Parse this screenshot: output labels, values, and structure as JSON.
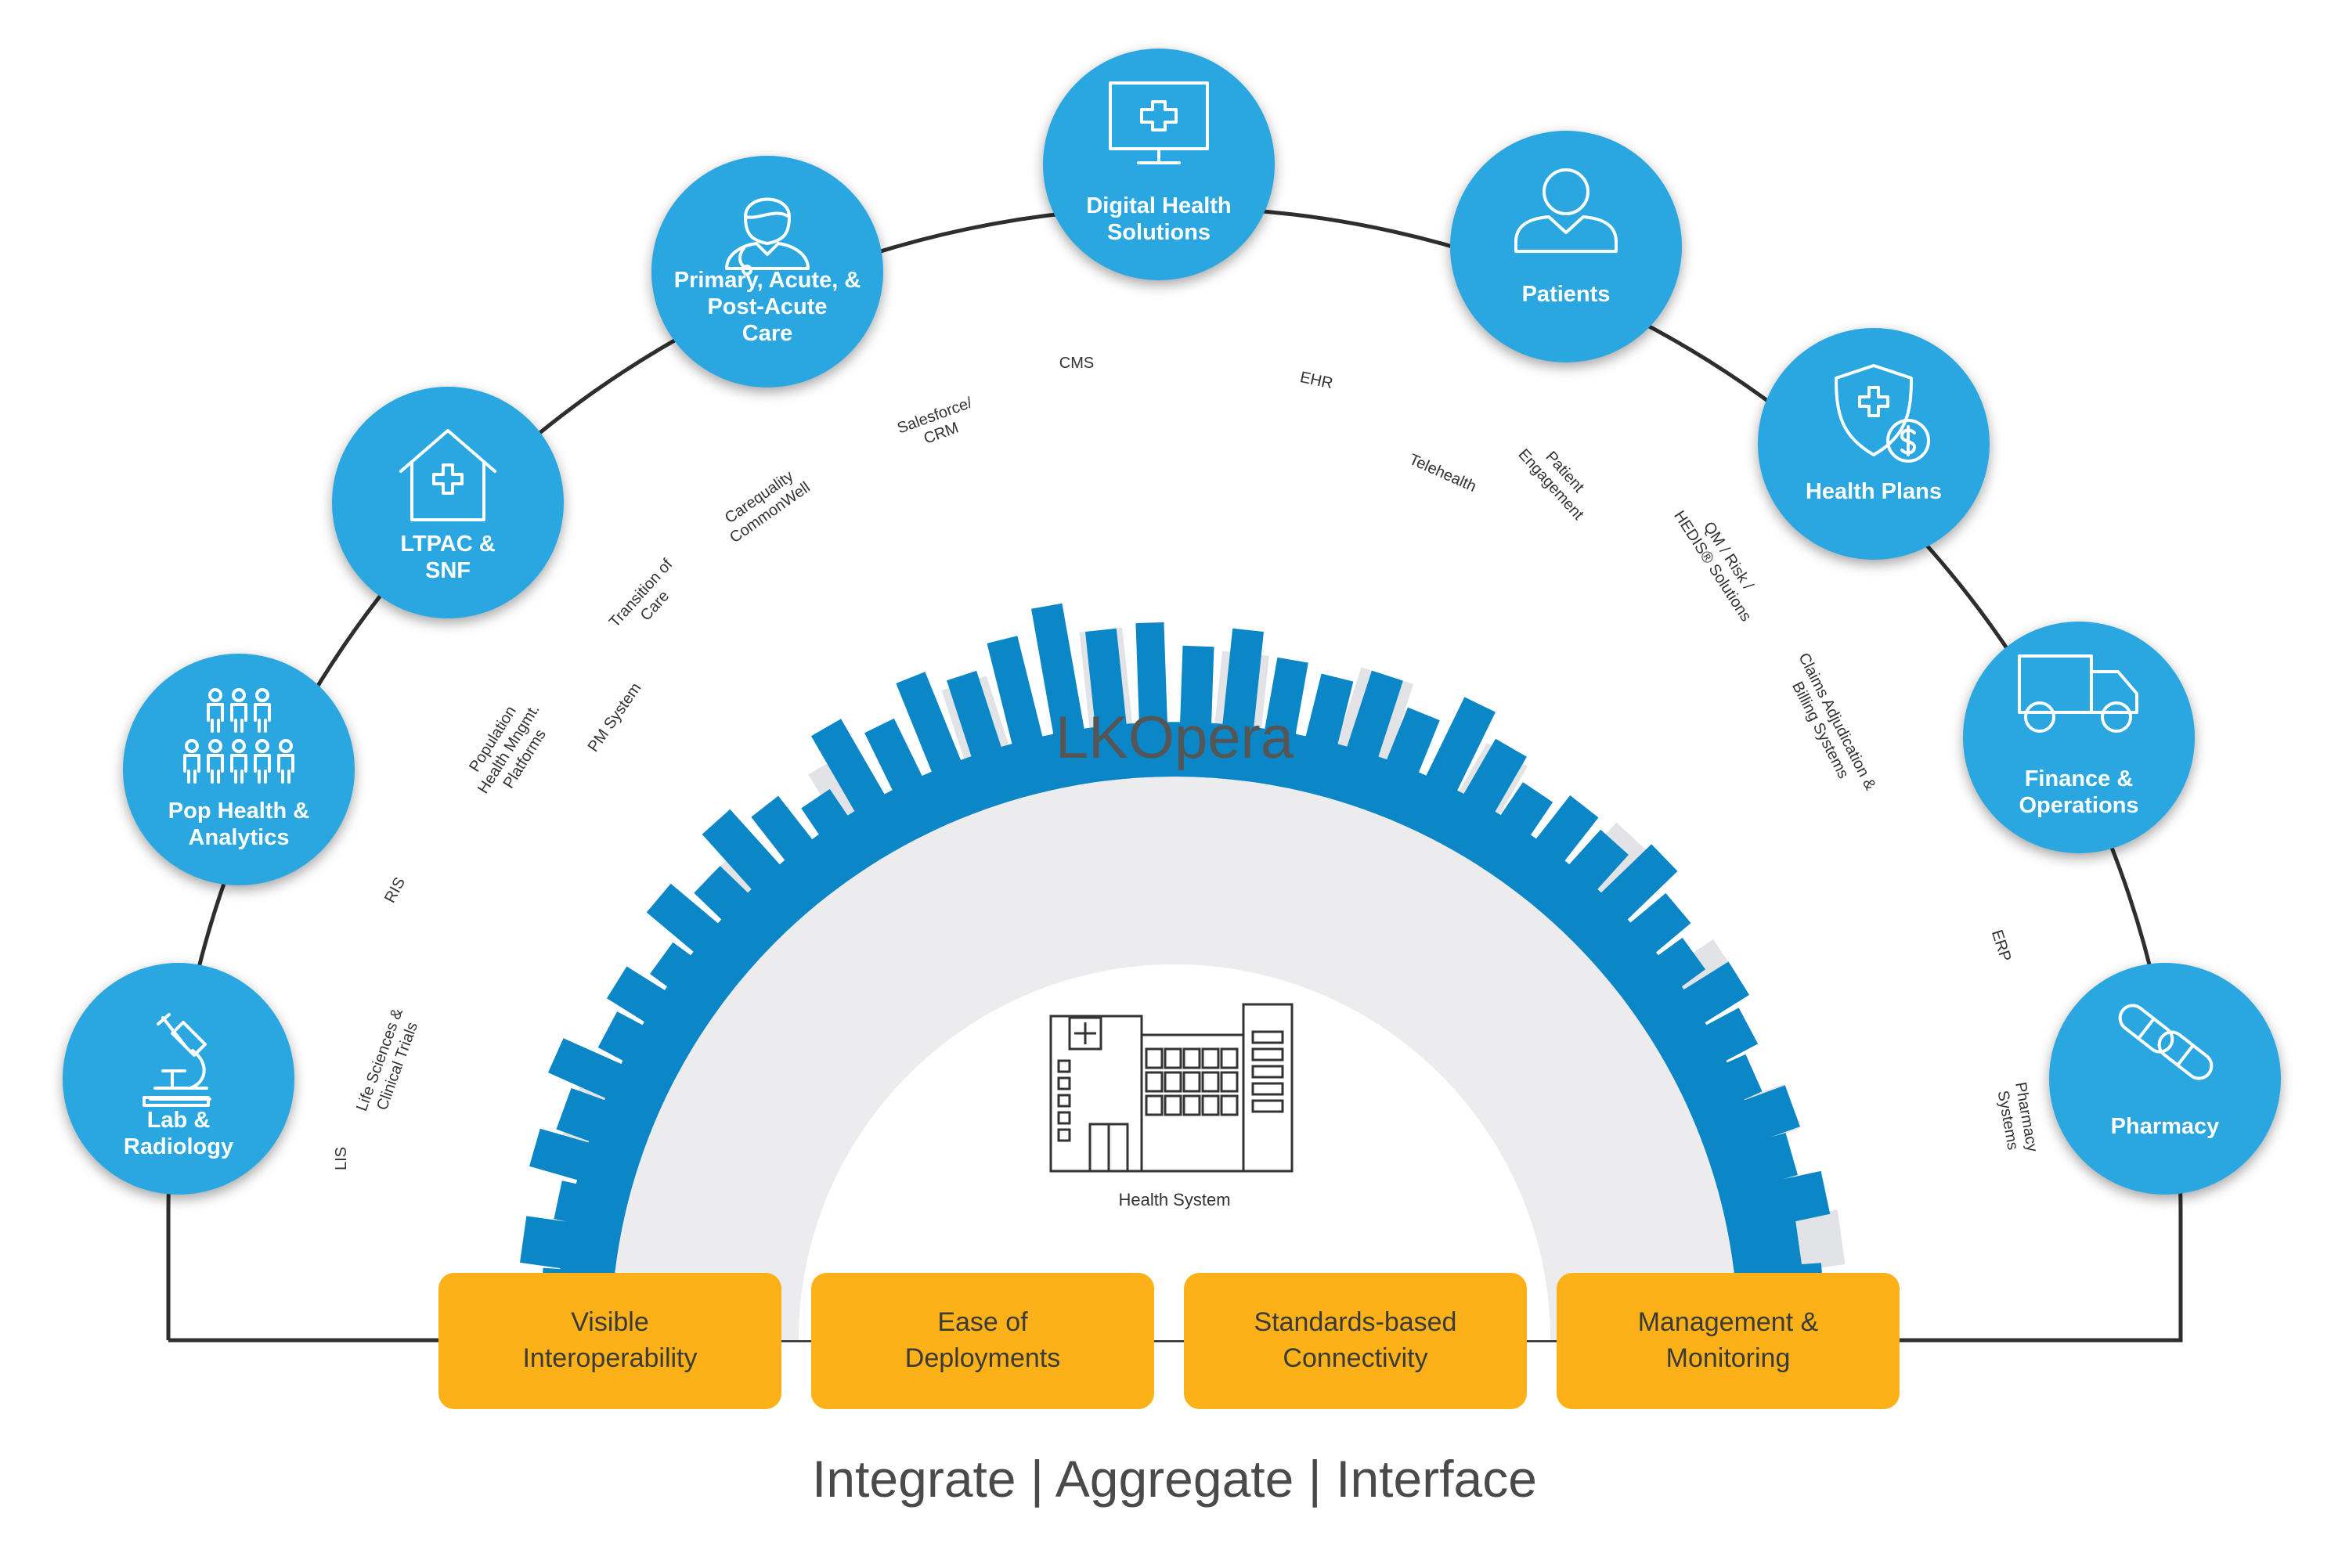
{
  "colors": {
    "node_blue": "#2aa7e0",
    "skyline_blue": "#0b86c6",
    "arc_grey": "#ececee",
    "ghost_grey": "#e2e3e6",
    "pill_amber": "#fbb117",
    "outline": "#2e2e2e"
  },
  "center": {
    "brand": "LKOpera",
    "hub_label": "Health System",
    "hub_icon": "hospital-building-icon"
  },
  "nodes": [
    {
      "id": "lab",
      "lines": [
        "Lab &",
        "Radiology"
      ],
      "icon": "microscope-icon"
    },
    {
      "id": "pophealth",
      "lines": [
        "Pop Health &",
        "Analytics"
      ],
      "icon": "population-icon"
    },
    {
      "id": "ltpac",
      "lines": [
        "LTPAC &",
        "SNF"
      ],
      "icon": "care-home-icon"
    },
    {
      "id": "primary",
      "lines": [
        "Primary, Acute, &",
        "Post-Acute",
        "Care"
      ],
      "icon": "clinician-icon"
    },
    {
      "id": "digital",
      "lines": [
        "Digital Health",
        "Solutions"
      ],
      "icon": "monitor-cross-icon"
    },
    {
      "id": "patients",
      "lines": [
        "Patients"
      ],
      "icon": "patient-icon"
    },
    {
      "id": "healthplans",
      "lines": [
        "Health Plans"
      ],
      "icon": "shield-dollar-icon"
    },
    {
      "id": "finance",
      "lines": [
        "Finance &",
        "Operations"
      ],
      "icon": "truck-icon"
    },
    {
      "id": "pharmacy",
      "lines": [
        "Pharmacy"
      ],
      "icon": "pills-icon"
    }
  ],
  "systems": [
    {
      "lines": [
        "LIS"
      ]
    },
    {
      "lines": [
        "Life Sciences &",
        "Clinical Trials"
      ]
    },
    {
      "lines": [
        "RIS"
      ]
    },
    {
      "lines": [
        "Population",
        "Health Mngmt.",
        "Platforms"
      ]
    },
    {
      "lines": [
        "PM System"
      ]
    },
    {
      "lines": [
        "Transition of",
        "Care"
      ]
    },
    {
      "lines": [
        "Carequality",
        "CommonWell"
      ]
    },
    {
      "lines": [
        "Salesforce/",
        "CRM"
      ]
    },
    {
      "lines": [
        "CMS"
      ]
    },
    {
      "lines": [
        "EHR"
      ]
    },
    {
      "lines": [
        "Telehealth"
      ]
    },
    {
      "lines": [
        "Patient",
        "Engagement"
      ]
    },
    {
      "lines": [
        "QM / Risk /",
        "HEDIS® Solutions"
      ]
    },
    {
      "lines": [
        "Claims Adjudication &",
        "Billing Systems"
      ]
    },
    {
      "lines": [
        "ERP"
      ]
    },
    {
      "lines": [
        "Pharmacy",
        "Systems"
      ]
    }
  ],
  "pillars": [
    {
      "lines": [
        "Visible",
        "Interoperability"
      ]
    },
    {
      "lines": [
        "Ease of",
        "Deployments"
      ]
    },
    {
      "lines": [
        "Standards-based",
        "Connectivity"
      ]
    },
    {
      "lines": [
        "Management &",
        "Monitoring"
      ]
    }
  ],
  "tagline": "Integrate | Aggregate | Interface"
}
